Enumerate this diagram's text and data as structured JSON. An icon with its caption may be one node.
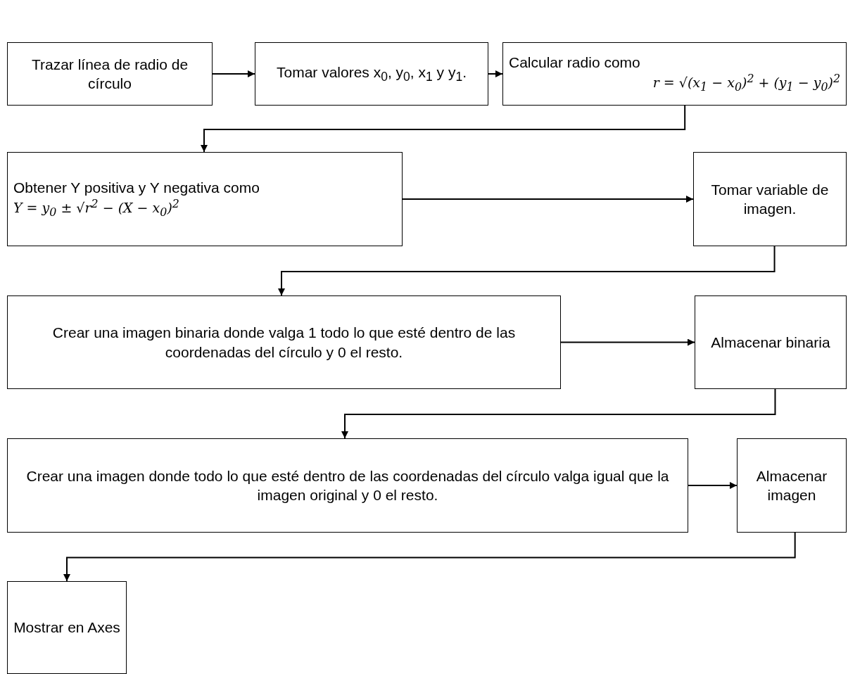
{
  "diagram": {
    "nodes": [
      {
        "text": [
          "Trazar línea de radio de círculo"
        ]
      },
      {
        "text": [
          "Tomar valores x$_{0}$, y$_{0}$, x$_{1}$ y y$_{1}$."
        ]
      },
      {
        "text": [
          "Calcular radio como",
          "r = √(x$_{1}$ − x$_{0}$)$^{2}$ + (y$_{1}$ − y$_{0}$)$^{2}$"
        ]
      },
      {
        "text": [
          "Obtener Y positiva y Y negativa como",
          "Y = y$_{0}$ ± √r$^{2}$ − (X − x$_{0}$)$^{2}$"
        ]
      },
      {
        "text": [
          "Tomar variable de imagen."
        ]
      },
      {
        "text": [
          "Crear una imagen binaria donde valga 1 todo lo que esté dentro de las coordenadas del círculo y 0 el resto."
        ]
      },
      {
        "text": [
          "Almacenar binaria"
        ]
      },
      {
        "text": [
          "Crear una imagen donde todo lo que esté dentro de las coordenadas del círculo valga igual que la imagen original y 0 el resto."
        ]
      },
      {
        "text": [
          "Almacenar imagen"
        ]
      },
      {
        "text": [
          "Mostrar en Axes"
        ]
      }
    ],
    "edges": [
      {
        "from": 0,
        "to": 1,
        "arrow": "to"
      },
      {
        "from": 1,
        "to": 2,
        "arrow": "to"
      },
      {
        "from": 2,
        "to": 3,
        "arrow": "to"
      },
      {
        "from": 3,
        "to": 4,
        "arrow": "to"
      },
      {
        "from": 4,
        "to": 5,
        "arrow": "to"
      },
      {
        "from": 5,
        "to": 6,
        "arrow": "to"
      },
      {
        "from": 6,
        "to": 7,
        "arrow": "to"
      },
      {
        "from": 7,
        "to": 8,
        "arrow": "to"
      },
      {
        "from": 8,
        "to": 9,
        "arrow": "to"
      }
    ]
  }
}
